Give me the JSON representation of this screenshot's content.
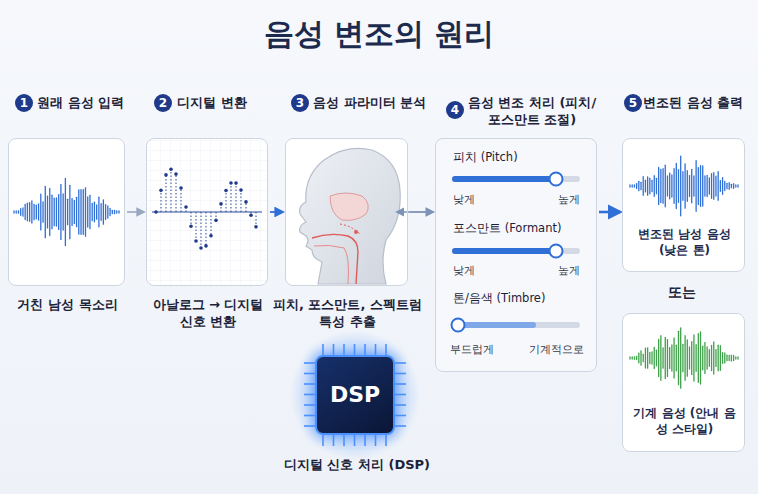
{
  "diagram": {
    "title": "음성 변조의 원리",
    "nodes": [
      {
        "text": [
          "원래 음성 입력",
          "거친 남성 목소리"
        ]
      },
      {
        "text": [
          "디지털 변환",
          "아날로그 → 디지털 신호 변환"
        ]
      },
      {
        "text": [
          "음성 파라미터 분석",
          "피치, 포스만트, 스펙트럼 특성 추출"
        ]
      },
      {
        "text": [
          "음성 변조 처리 (피치/포스만트 조절)",
          "피치 (Pitch)",
          "낮게",
          "높게",
          "포스만트 (Formant)",
          "낮게",
          "높게",
          "톤/음색 (Timbre)",
          "부드럽게",
          "기계적으로"
        ]
      },
      {
        "text": [
          "변조된 음성 출력",
          "변조된 남성 음성 (낮은 톤)"
        ]
      },
      {
        "text": [
          "기계 음성 (안내 음성 스타일)"
        ]
      },
      {
        "text": [
          "DSP",
          "디지털 신호 처리 (DSP)"
        ]
      }
    ],
    "edges": [
      {
        "from": 0,
        "to": 1,
        "arrow": "to"
      },
      {
        "from": 1,
        "to": 2,
        "arrow": "to"
      },
      {
        "from": 2,
        "to": 3,
        "arrow": "to"
      },
      {
        "from": 3,
        "to": 4,
        "arrow": "to"
      },
      {
        "from": 6,
        "to": 3,
        "arrow": "both"
      }
    ],
    "labels": [
      "1",
      "2",
      "3",
      "4",
      "5",
      "또는"
    ]
  }
}
